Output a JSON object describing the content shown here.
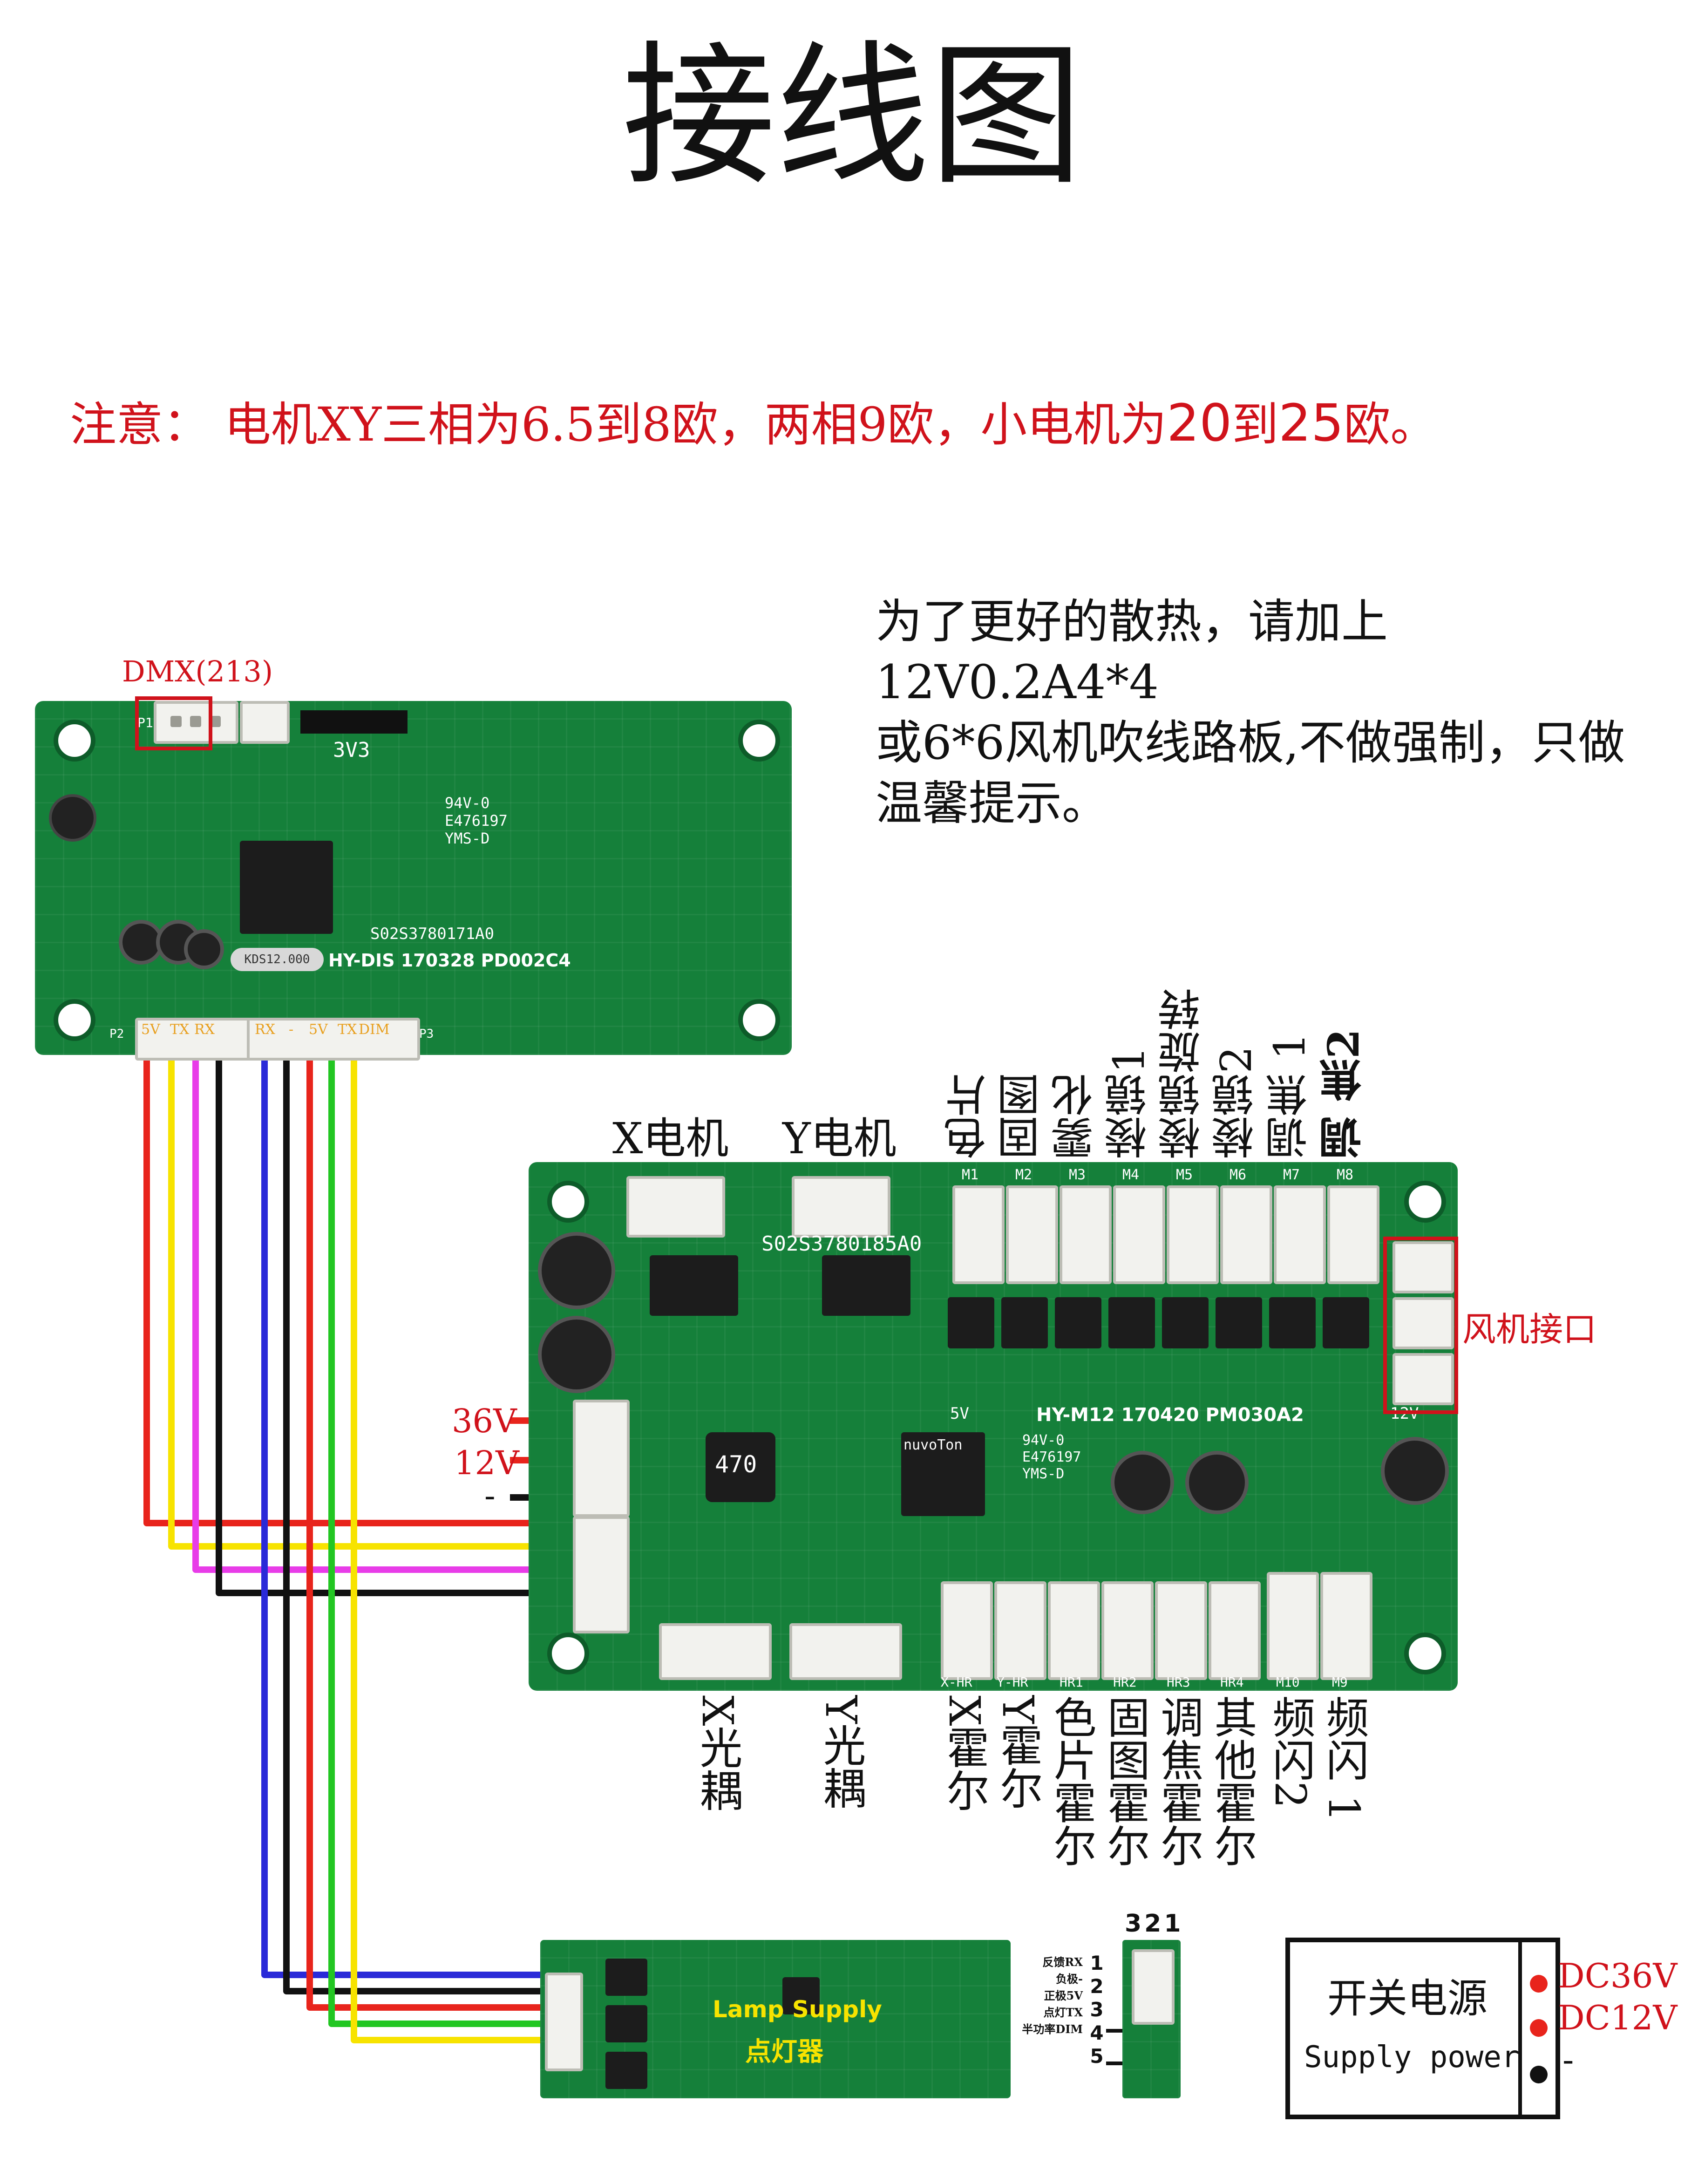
{
  "title": "接线图",
  "note": {
    "prefix": "注意：",
    "part1": "电机XY三相为6.5到8欧，两相9欧，小电机为",
    "num1": "20",
    "mid": "到",
    "num2": "25",
    "end": "欧。"
  },
  "hint": {
    "line1": "为了更好的散热，请加上12V0.2A4*4",
    "line2": "或6*6风机吹线路板,不做强制，只做",
    "line3": "温馨提示。"
  },
  "display_board": {
    "dmx_label": "DMX(213)",
    "board_name": "HY-DIS 170328 PD002C4",
    "serial": "S02S3780171A0",
    "voltage": "3V3",
    "cert": "94V-0",
    "cert2": "E476197",
    "cert3": "YMS-D",
    "crystal": "KDS12.000",
    "pins_left": [
      "5V",
      "TX",
      "RX"
    ],
    "pins_right": [
      "RX",
      "-",
      "5V",
      "TX",
      "DIM"
    ],
    "p2": "P2",
    "p3": "P3"
  },
  "main_board": {
    "board_name": "HY-M12 170420 PM030A2",
    "serial": "S02S3780185A0",
    "mcu": "nuvoTon",
    "cert": "94V-0",
    "cert2": "E476197",
    "cert3": "YMS-D",
    "cap_470": "470",
    "v12": "12V",
    "v5": "5V",
    "ic_470": "470"
  },
  "motors_top": {
    "x_motor": "X电机",
    "y_motor": "Y电机",
    "channels": [
      "色片",
      "固图",
      "雾化",
      "棱镜1",
      "棱镜旋转",
      "棱镜2",
      "调焦 1",
      "调 焦2"
    ],
    "codes": [
      "M1",
      "M2",
      "M3",
      "M4",
      "M5",
      "M6",
      "M7",
      "M8"
    ]
  },
  "fan_label": "风机接口",
  "power_labels": {
    "v36": "36V",
    "v12": "12V",
    "gnd": "-"
  },
  "sensors_bottom": {
    "labels": [
      "X光耦",
      "Y光耦",
      "X霍尔",
      "Y霍尔",
      "色片霍尔",
      "固图霍尔",
      "调焦霍尔",
      "其他霍尔",
      "频闪2",
      "频闪 1"
    ],
    "codes": [
      "X-HR",
      "Y-HR",
      "HR1",
      "HR2",
      "HR3",
      "HR4",
      "M10",
      "M9"
    ]
  },
  "lamp_supply": {
    "en": "Lamp Supply",
    "cn": "点灯器",
    "pin_numbers_top": "321",
    "pin_numbers_side": [
      "1",
      "2",
      "3",
      "4",
      "5"
    ],
    "pin_desc": [
      "反馈RX",
      "负极-",
      "正极5V",
      "点灯TX",
      "半功率DIM"
    ]
  },
  "power_supply": {
    "cn": "开关电源",
    "en": "Supply power",
    "out1": "DC36V",
    "out2": "DC12V",
    "out3": "-"
  },
  "wire_colors": {
    "red": "#e8241c",
    "yellow": "#f7e300",
    "magenta": "#e83ce8",
    "black": "#111111",
    "blue": "#2a2ad8",
    "green": "#22c622",
    "box": "#d0121b",
    "pcb": "#15803a"
  }
}
